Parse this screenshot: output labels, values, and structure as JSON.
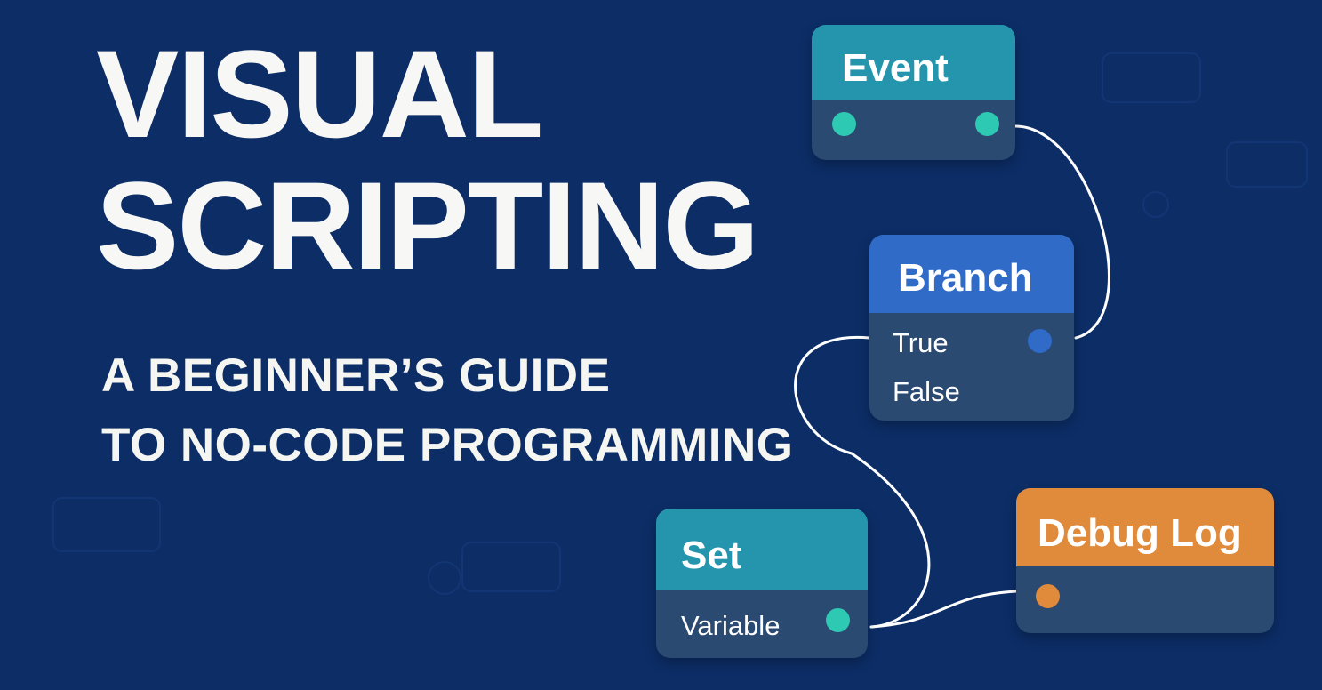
{
  "title": {
    "line1": "VISUAL",
    "line2": "SCRIPTING"
  },
  "subtitle": {
    "line1": "A BEGINNER’S GUIDE",
    "line2": "TO NO-CODE PROGRAMMING"
  },
  "nodes": {
    "event": {
      "label": "Event",
      "color": "#2595ad"
    },
    "branch": {
      "label": "Branch",
      "color": "#2f6bc7",
      "pin_true": "True",
      "pin_false": "False"
    },
    "set": {
      "label": "Set",
      "color": "#2595ad",
      "pin_variable": "Variable"
    },
    "debug": {
      "label": "Debug Log",
      "color": "#e08a3c"
    }
  },
  "colors": {
    "background": "#0c2d66",
    "node_body": "#2b4a72",
    "pin_teal": "#2ec9b3",
    "pin_blue": "#2f6bc7",
    "pin_orange": "#e08a3c",
    "wire": "#ffffff"
  }
}
